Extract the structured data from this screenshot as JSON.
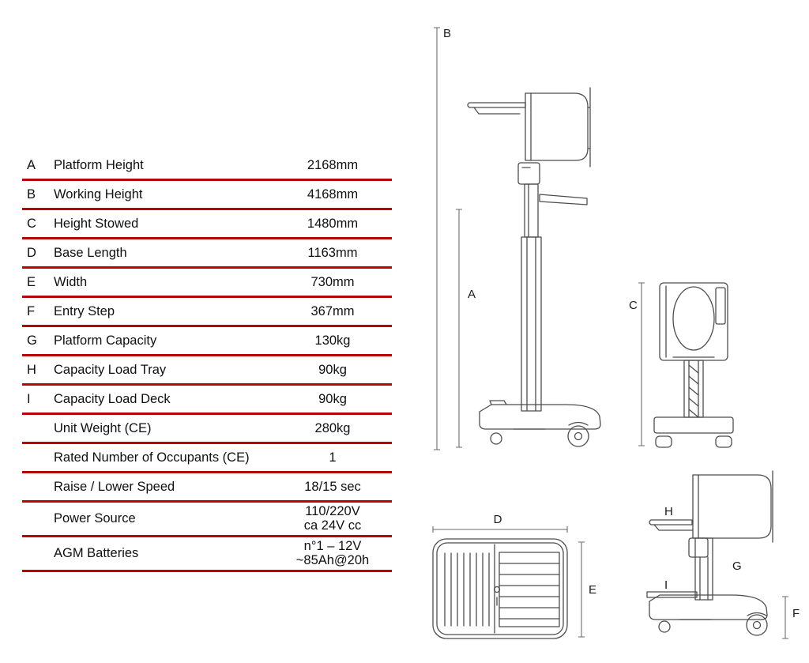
{
  "colors": {
    "rule": "#b40606",
    "line": "#4d4d4d",
    "dim": "#6b6b6b"
  },
  "table": {
    "rows": [
      {
        "key": "A",
        "label": "Platform Height",
        "value": "2168mm"
      },
      {
        "key": "B",
        "label": "Working Height",
        "value": "4168mm"
      },
      {
        "key": "C",
        "label": "Height Stowed",
        "value": "1480mm"
      },
      {
        "key": "D",
        "label": "Base Length",
        "value": "1163mm"
      },
      {
        "key": "E",
        "label": "Width",
        "value": "730mm"
      },
      {
        "key": "F",
        "label": "Entry Step",
        "value": "367mm"
      },
      {
        "key": "G",
        "label": "Platform Capacity",
        "value": "130kg"
      },
      {
        "key": "H",
        "label": "Capacity Load Tray",
        "value": "90kg"
      },
      {
        "key": "I",
        "label": "Capacity Load Deck",
        "value": "90kg"
      },
      {
        "key": "",
        "label": "Unit Weight (CE)",
        "value": "280kg"
      },
      {
        "key": "",
        "label": "Rated Number of Occupants (CE)",
        "value": "1"
      },
      {
        "key": "",
        "label": "Raise / Lower Speed",
        "value": "18/15 sec"
      },
      {
        "key": "",
        "label": "Power Source",
        "value": "110/220V\nca 24V cc"
      },
      {
        "key": "",
        "label": "AGM Batteries",
        "value": "n°1 – 12V\n~85Ah@20h"
      }
    ]
  },
  "diagram": {
    "labels": {
      "A": "A",
      "B": "B",
      "C": "C",
      "D": "D",
      "E": "E",
      "F": "F",
      "G": "G",
      "H": "H",
      "I": "I"
    }
  }
}
